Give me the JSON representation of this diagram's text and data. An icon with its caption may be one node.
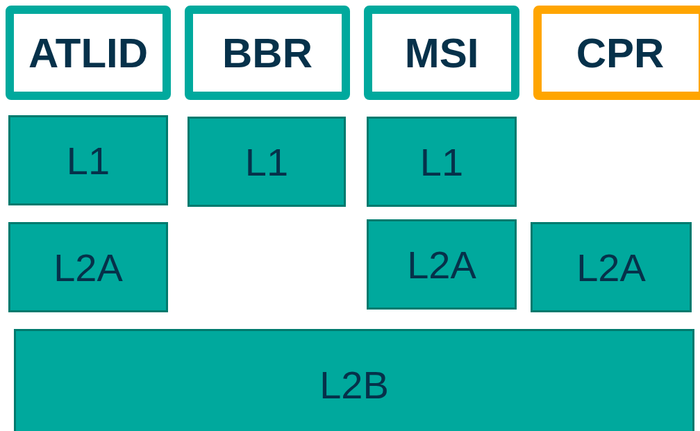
{
  "diagram": {
    "nodes": [
      {
        "text": [
          "ATLID"
        ]
      },
      {
        "text": [
          "BBR"
        ]
      },
      {
        "text": [
          "MSI"
        ]
      },
      {
        "text": [
          "CPR"
        ]
      },
      {
        "text": [
          "L1"
        ]
      },
      {
        "text": [
          "L1"
        ]
      },
      {
        "text": [
          "L1"
        ]
      },
      {
        "text": [
          "L2A"
        ]
      },
      {
        "text": [
          "L2A"
        ]
      },
      {
        "text": [
          "L2A"
        ]
      },
      {
        "text": [
          "L2B"
        ]
      }
    ]
  }
}
